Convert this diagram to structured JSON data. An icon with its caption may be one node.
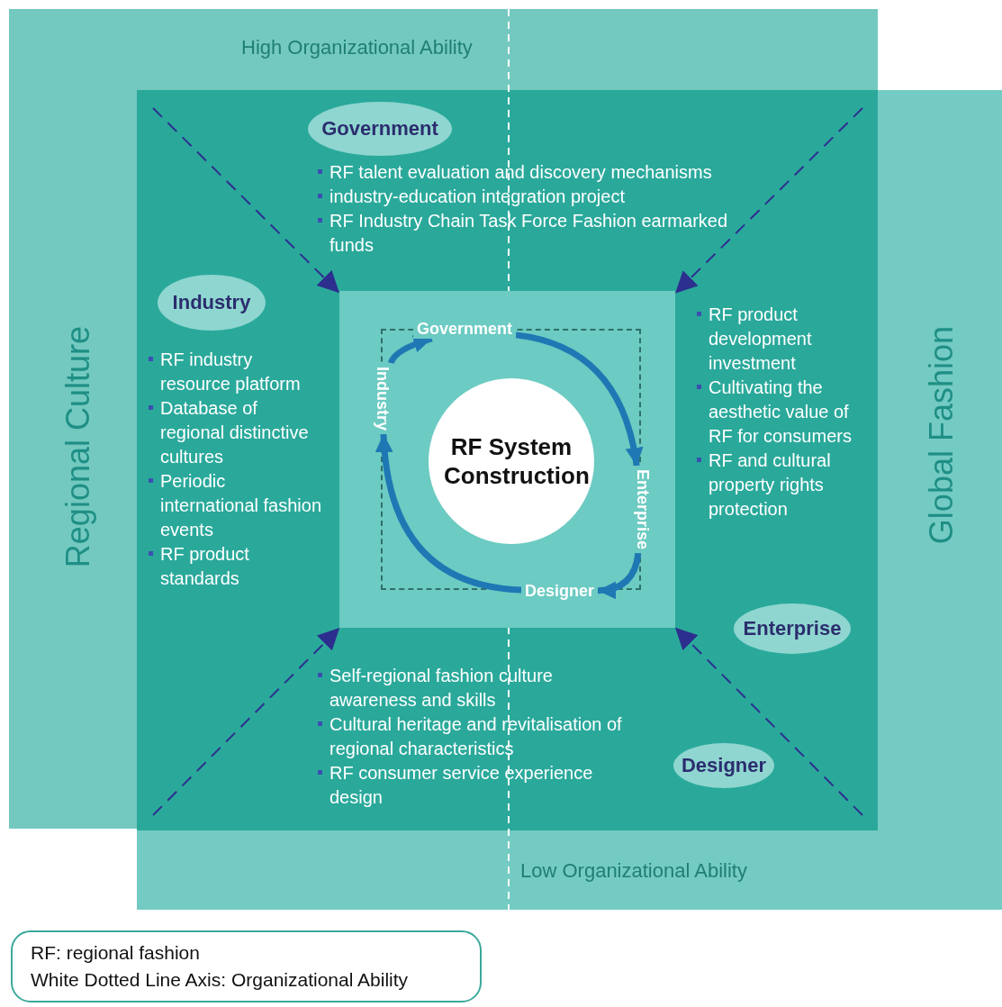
{
  "diagram": {
    "nodes": [
      {
        "text": [
          "Government"
        ]
      },
      {
        "text": [
          "Industry"
        ]
      },
      {
        "text": [],
        "shape": "box"
      },
      {
        "text": [],
        "shape": "box",
        "in": 2
      },
      {
        "text": [
          "Government"
        ],
        "in": 3
      },
      {
        "text": [
          "Industry"
        ],
        "in": 3
      },
      {
        "text": [
          "RF System Construction"
        ],
        "in": 3
      },
      {
        "text": [
          "Enterprise"
        ],
        "in": 3
      },
      {
        "text": [
          "Designer"
        ],
        "in": 3
      },
      {
        "text": [
          "Enterprise"
        ]
      },
      {
        "text": [
          "Designer"
        ]
      }
    ],
    "edges": [
      {
        "from": null,
        "to": 2,
        "arrow": "to",
        "style": "dashed",
        "color": "#2d2f8f"
      },
      {
        "from": null,
        "to": 2,
        "arrow": "to",
        "style": "dashed",
        "color": "#2d2f8f"
      },
      {
        "from": null,
        "to": 2,
        "arrow": "to",
        "style": "dashed",
        "color": "#2d2f8f"
      },
      {
        "from": null,
        "to": 2,
        "arrow": "to",
        "style": "dashed",
        "color": "#2d2f8f"
      },
      {
        "from": 5,
        "to": 4,
        "arrow": "to",
        "style": "thick",
        "color": "#1f78b4"
      },
      {
        "from": 4,
        "to": 7,
        "arrow": "to",
        "style": "thick",
        "color": "#1f78b4"
      },
      {
        "from": 7,
        "to": 8,
        "arrow": "to",
        "style": "thick",
        "color": "#1f78b4"
      },
      {
        "from": 8,
        "to": 5,
        "arrow": "to",
        "style": "thick",
        "color": "#1f78b4"
      }
    ],
    "labels": [
      "High Organizational Ability",
      "RF talent evaluation and discovery mechanisms",
      "industry-education integration project",
      "RF Industry Chain Task Force Fashion earmarked funds",
      "Regional Culture",
      "RF industry resource platform",
      "Database of regional distinctive cultures",
      "Periodic international fashion events",
      "RF product standards",
      "RF product development investment",
      "Cultivating the aesthetic value of RF for consumers",
      "RF and cultural property rights protection",
      "Global Fashion",
      "Self-regional fashion culture awareness and skills",
      "Cultural heritage and revitalisation of regional characteristics",
      "RF consumer service experience design",
      "Low Organizational Ability",
      "RF: regional fashion",
      "White Dotted Line Axis: Organizational Ability"
    ]
  }
}
